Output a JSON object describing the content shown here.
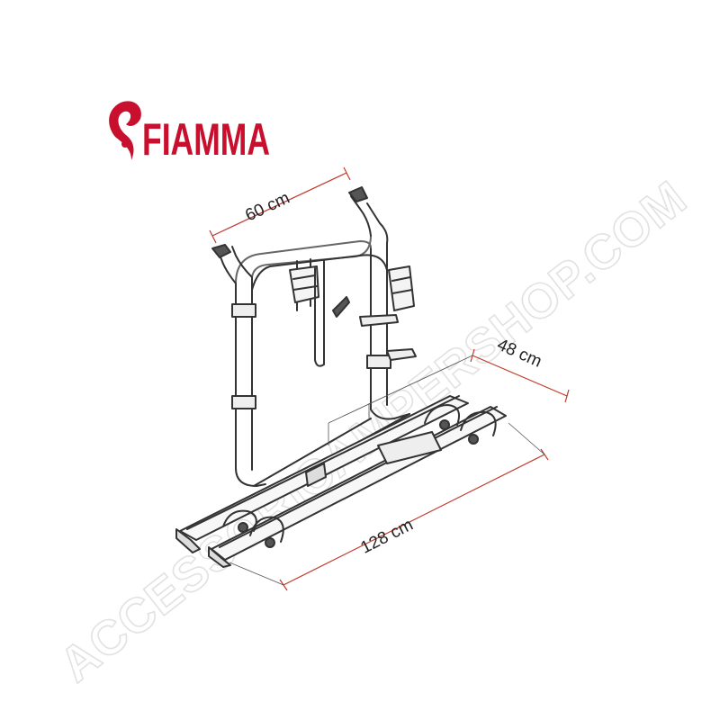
{
  "brand": {
    "name": "FIAMMA",
    "color": "#c8102e"
  },
  "dimensions": {
    "width_top": "60 cm",
    "depth": "48 cm",
    "length": "128 cm",
    "line_color": "#c0392b"
  },
  "watermark": {
    "text": "ACCESSORICAMPERSHOP.COM"
  },
  "product": {
    "icon": "bike-carrier-icon"
  }
}
